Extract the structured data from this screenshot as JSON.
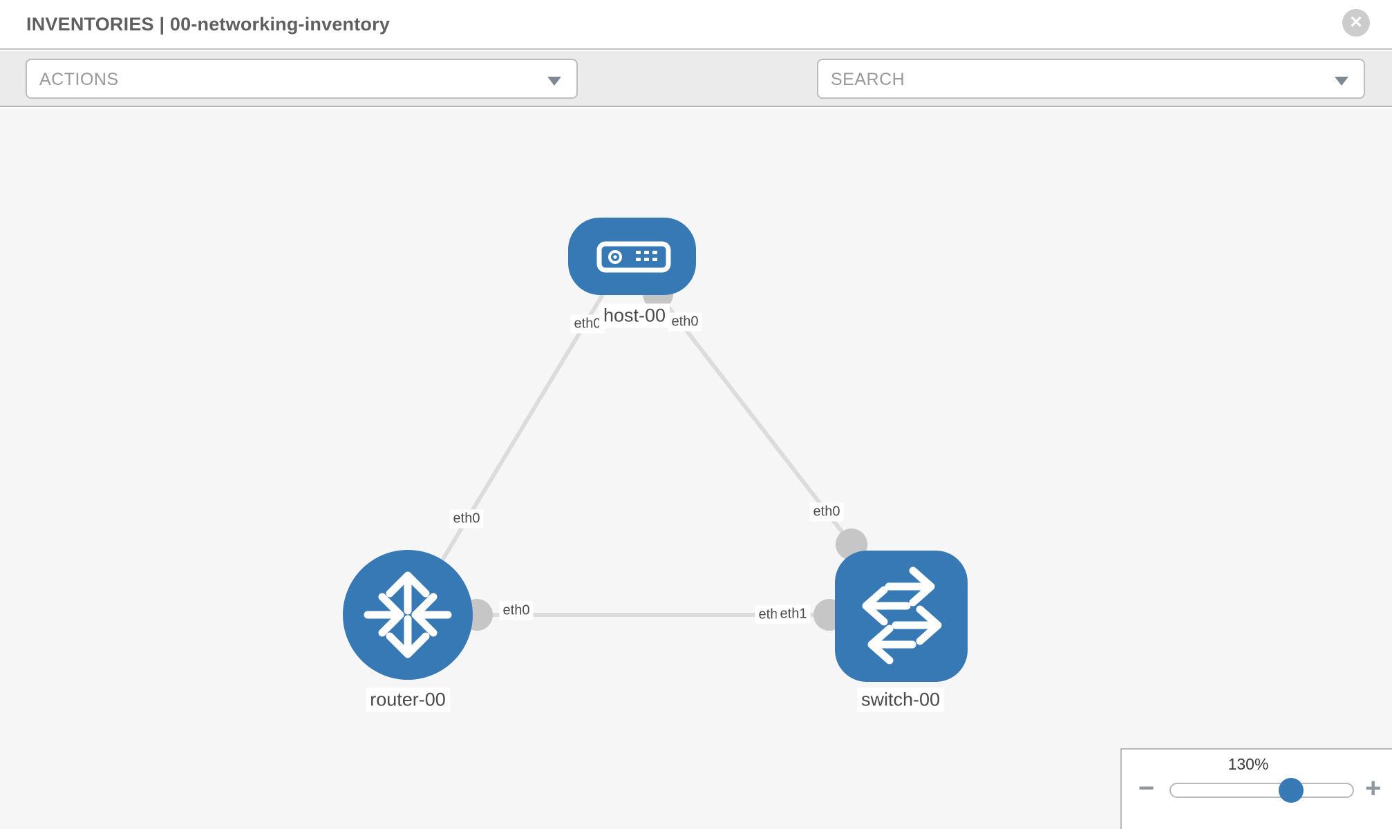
{
  "header": {
    "title": "INVENTORIES | 00-networking-inventory",
    "close_label": "✕"
  },
  "toolbar": {
    "actions_label": "ACTIONS",
    "search_placeholder": "SEARCH"
  },
  "topology": {
    "nodes": [
      {
        "label": "host-00",
        "type": "host"
      },
      {
        "label": "router-00",
        "type": "router"
      },
      {
        "label": "switch-00",
        "type": "switch"
      }
    ],
    "interfaces": {
      "host_left": "eth0",
      "host_right": "eth0",
      "host_router_link": "eth0",
      "router_right": "eth0",
      "switch_top": "eth0",
      "switch_left_back": "eth0",
      "switch_left_front": "eth1"
    }
  },
  "zoom_control": {
    "value": "130%",
    "percent": 130,
    "decrease_label": "−",
    "increase_label": "+"
  },
  "colors": {
    "node_blue": "#3779b5",
    "link_gray": "#dcdcdc",
    "connector_gray": "#c6c6c6",
    "toolbar_gray": "#ebebeb",
    "canvas_gray": "#f6f6f6"
  }
}
